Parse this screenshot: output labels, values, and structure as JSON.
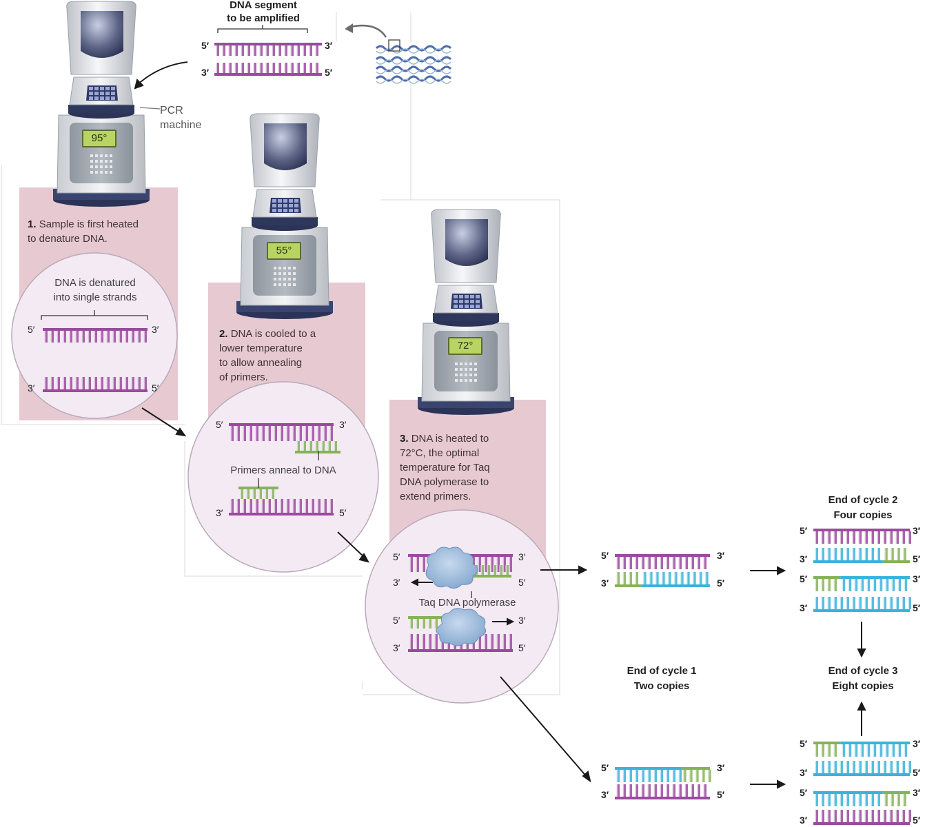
{
  "segment_label_line1": "DNA segment",
  "segment_label_line2": "to be amplified",
  "machine_label_line1": "PCR",
  "machine_label_line2": "machine",
  "temps": [
    "95°",
    "55°",
    "72°"
  ],
  "steps": [
    {
      "num": "1.",
      "lines": [
        "Sample is first heated",
        "to denature DNA."
      ]
    },
    {
      "num": "2.",
      "lines": [
        "DNA is cooled to a",
        "lower temperature",
        "to allow annealing",
        "of primers."
      ]
    },
    {
      "num": "3.",
      "lines": [
        "DNA is heated to",
        "72°C, the optimal",
        "temperature for Taq",
        "DNA polymerase to",
        "extend primers."
      ]
    }
  ],
  "denatured_line1": "DNA is denatured",
  "denatured_line2": "into single strands",
  "primers_label": "Primers anneal to DNA",
  "polymerase_label": "Taq DNA polymerase",
  "end1": {
    "line1": "End of cycle 1",
    "line2": "Two copies"
  },
  "end2": {
    "line1": "End of cycle 2",
    "line2": "Four copies"
  },
  "end3": {
    "line1": "End of cycle 3",
    "line2": "Eight copies"
  },
  "p5": "5′",
  "p3": "3′",
  "colors": {
    "template": "#9b4a9e",
    "new_strand": "#3bb3d9",
    "primer": "#86b25a",
    "panel": "#e7c9d2",
    "circle": "#f3eaf3"
  }
}
